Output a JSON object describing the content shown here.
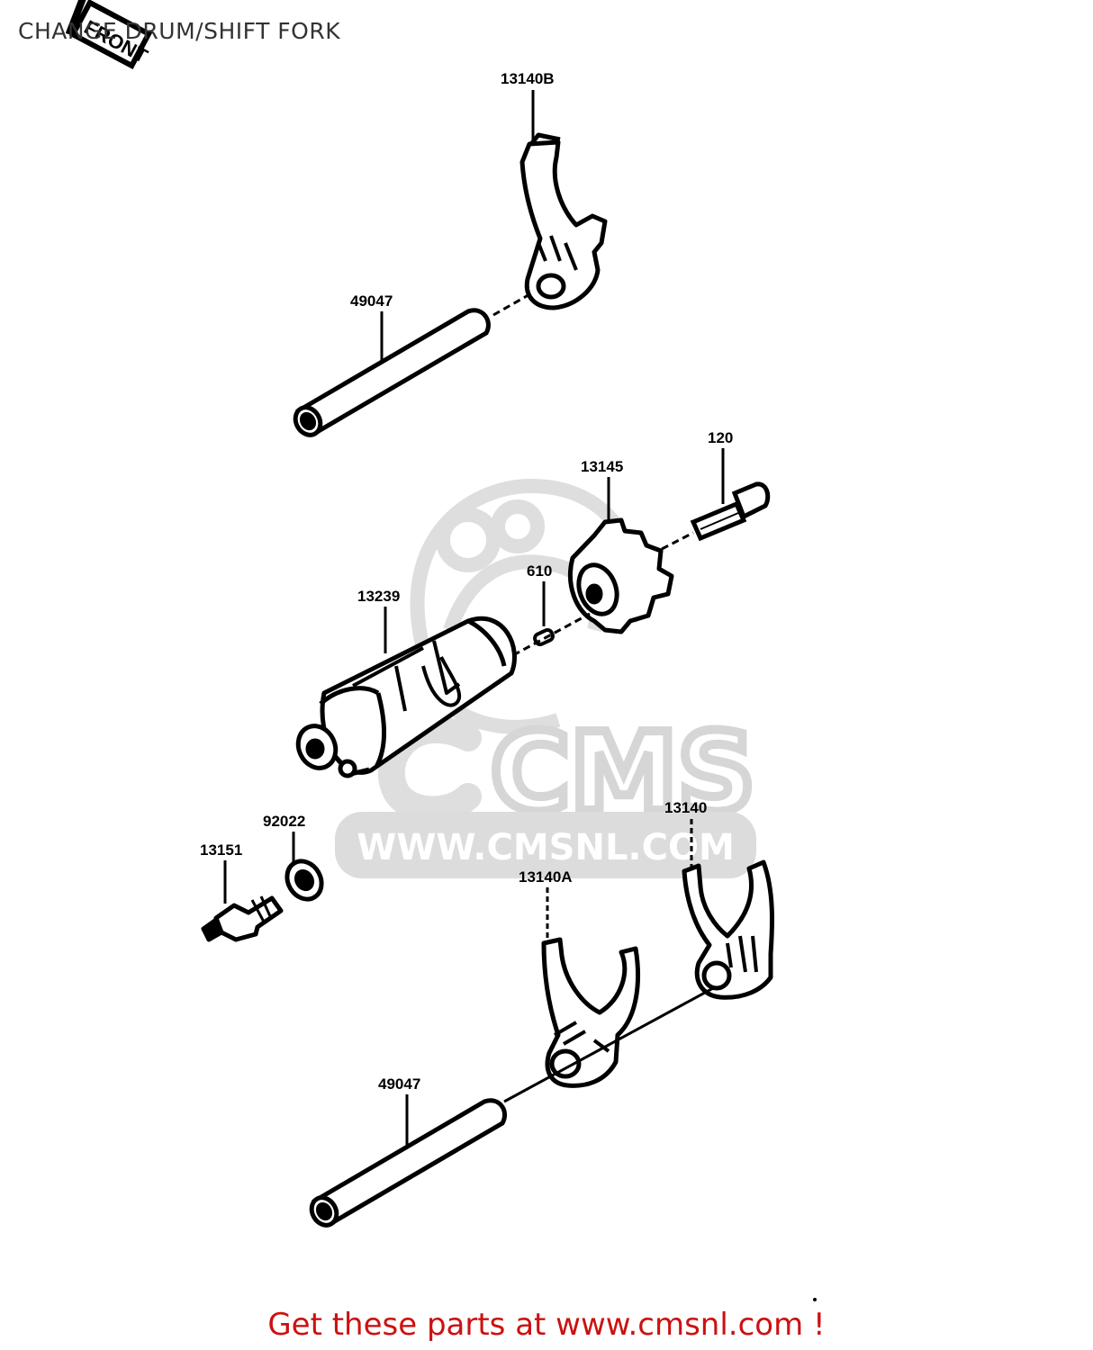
{
  "diagram": {
    "title": "CHANGE DRUM/SHIFT FORK",
    "front_marker": "FRONT",
    "parts": [
      {
        "id": "fork-upper",
        "number": "13140B"
      },
      {
        "id": "shaft-upper",
        "number": "49047"
      },
      {
        "id": "bolt",
        "number": "120"
      },
      {
        "id": "pin-plate",
        "number": "13145"
      },
      {
        "id": "pin",
        "number": "610"
      },
      {
        "id": "drum",
        "number": "13239"
      },
      {
        "id": "fork-right",
        "number": "13140"
      },
      {
        "id": "seal",
        "number": "92022"
      },
      {
        "id": "neutral-switch",
        "number": "13151"
      },
      {
        "id": "fork-left",
        "number": "13140A"
      },
      {
        "id": "shaft-lower",
        "number": "49047"
      }
    ]
  },
  "watermark": {
    "brand": "CMS",
    "url": "WWW.CMSNL.COM"
  },
  "footer": {
    "text": "Get these parts at www.cmsnl.com !",
    "color": "#cc1111"
  },
  "colors": {
    "line": "#000000",
    "watermark": "#d9d9d9",
    "title": "#333333"
  }
}
